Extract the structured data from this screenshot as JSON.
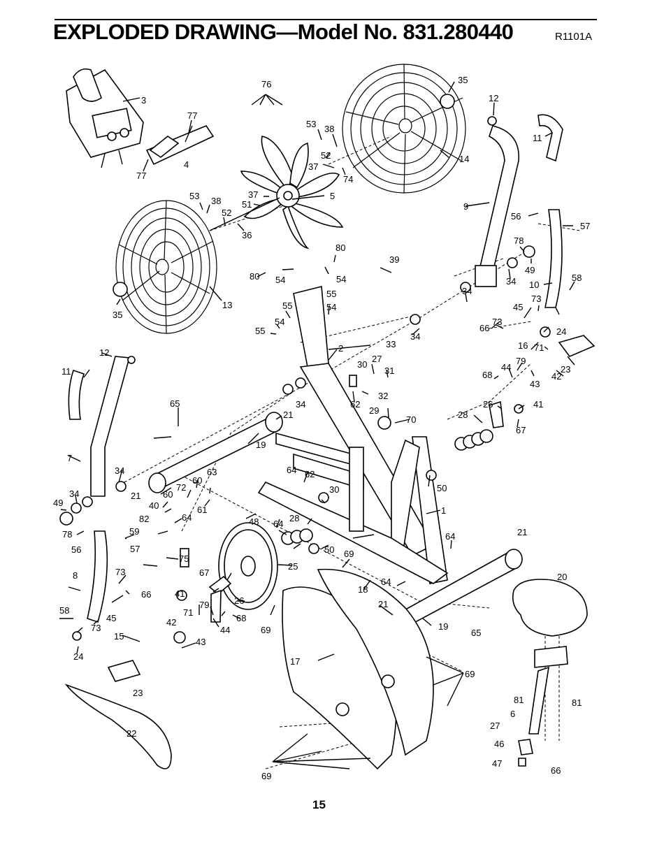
{
  "header": {
    "title": "EXPLODED DRAWING—Model No. 831.280440",
    "code": "R1101A"
  },
  "page_number": "15",
  "callouts": [
    "1",
    "2",
    "3",
    "4",
    "5",
    "6",
    "7",
    "8",
    "9",
    "10",
    "11",
    "12",
    "13",
    "14",
    "15",
    "16",
    "17",
    "18",
    "19",
    "20",
    "21",
    "22",
    "23",
    "24",
    "25",
    "26",
    "27",
    "28",
    "29",
    "30",
    "31",
    "32",
    "33",
    "34",
    "35",
    "36",
    "37",
    "38",
    "39",
    "40",
    "41",
    "42",
    "43",
    "44",
    "45",
    "46",
    "47",
    "48",
    "49",
    "50",
    "51",
    "52",
    "53",
    "54",
    "55",
    "56",
    "57",
    "58",
    "59",
    "60",
    "61",
    "62",
    "63",
    "64",
    "65",
    "66",
    "67",
    "68",
    "69",
    "70",
    "71",
    "72",
    "73",
    "74",
    "75",
    "76",
    "77",
    "78",
    "79",
    "80",
    "81",
    "82"
  ]
}
